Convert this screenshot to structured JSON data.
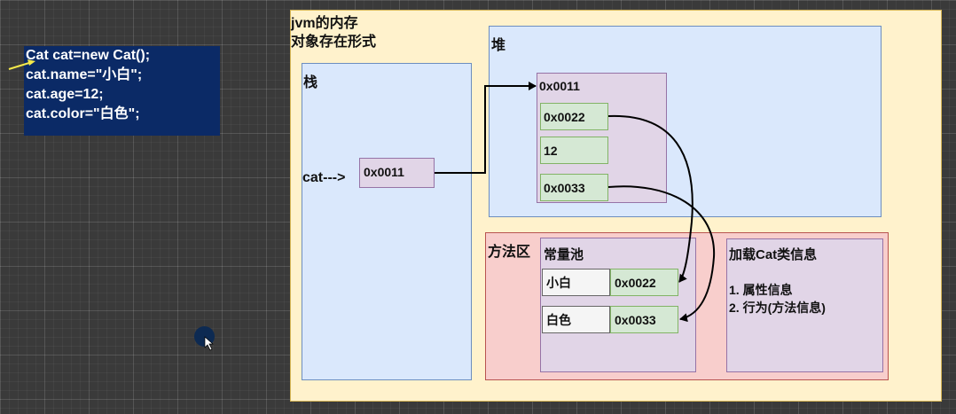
{
  "code": {
    "lines": [
      "Cat cat=new Cat();",
      "cat.name=\"小白\";",
      "cat.age=12;",
      "cat.color=\"白色\";"
    ]
  },
  "jvm": {
    "title_line1": "jvm的内存",
    "title_line2": "对象存在形式"
  },
  "stack": {
    "label": "栈",
    "var_label": "cat--->",
    "ref_value": "0x0011"
  },
  "heap": {
    "label": "堆",
    "object_address": "0x0011",
    "fields": [
      "0x0022",
      "12",
      "0x0033"
    ]
  },
  "method_area": {
    "label": "方法区",
    "constant_pool": {
      "label": "常量池",
      "entries": [
        {
          "text": "小白",
          "address": "0x0022"
        },
        {
          "text": "白色",
          "address": "0x0033"
        }
      ]
    },
    "class_info": {
      "title": "加载Cat类信息",
      "items": [
        "1. 属性信息",
        "2. 行为(方法信息)"
      ]
    }
  },
  "colors": {
    "code_bg": "#0b2a66",
    "frame_bg": "#fff2cc",
    "blue_box": "#dae8fc",
    "pink_box": "#f8cecc",
    "purple_box": "#e1d5e7",
    "green_box": "#d5e8d4"
  }
}
